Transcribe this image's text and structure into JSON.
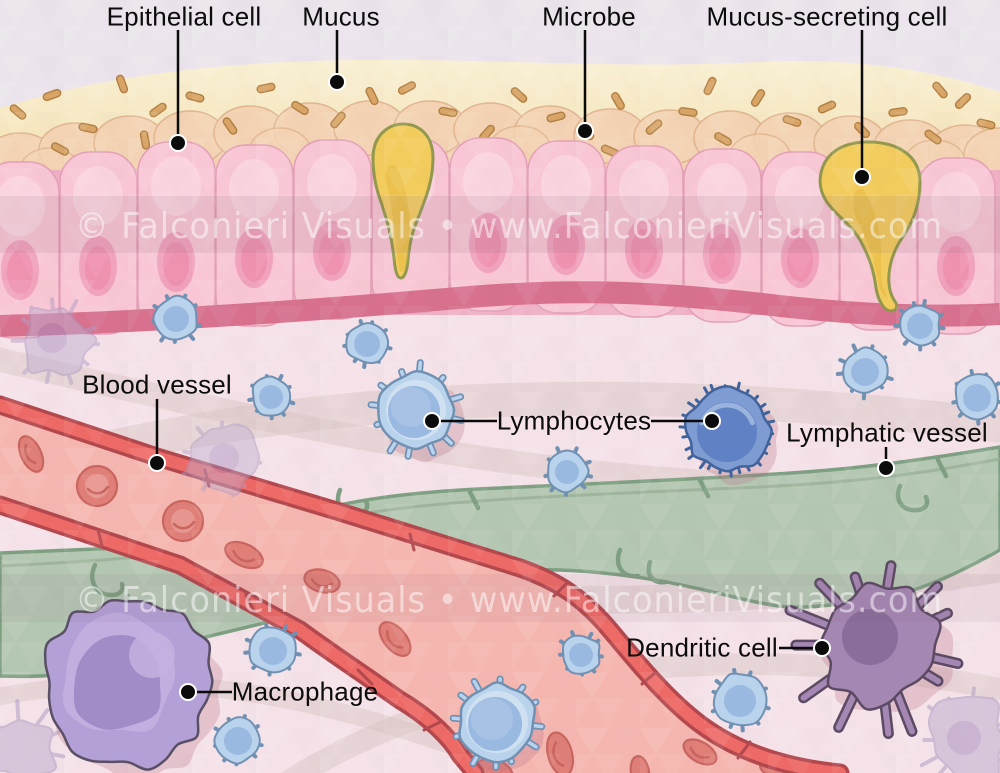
{
  "labels": {
    "epithelial_cell": "Epithelial cell",
    "mucus": "Mucus",
    "microbe": "Microbe",
    "mucus_secreting_cell": "Mucus-secreting cell",
    "blood_vessel": "Blood vessel",
    "lymphocytes": "Lymphocytes",
    "lymphatic_vessel": "Lymphatic vessel",
    "dendritic_cell": "Dendritic cell",
    "macrophage": "Macrophage"
  },
  "watermark": {
    "text": "© Falconieri Visuals • www.FalconieriVisuals.com"
  },
  "colors": {
    "background_top": "#ebe4ec",
    "lamina_propria": "#f4e2e8",
    "mucus_cream_top": "#f9f0d4",
    "mucus_cream_bottom": "#f1d9a2",
    "apical_peach": "#f2d2b2",
    "epithelium_pink": "#f8c6d4",
    "basement_membrane": "#d7718e",
    "goblet_yellow": "#f3cc5e",
    "microbe_tan": "#d8a567",
    "blood_wall_red": "#ee6a66",
    "blood_lumen": "#f5b6b0",
    "rbc_red": "#df7f78",
    "lymphatic_green": "#b4c7b2",
    "lymphocyte_blue": "#bad3ec",
    "lymphocyte_dark_blue": "#7e9bd2",
    "macrophage_purple": "#b3a0d6",
    "dendritic_purple": "#a487b2",
    "label_text": "#0b0b0b"
  }
}
